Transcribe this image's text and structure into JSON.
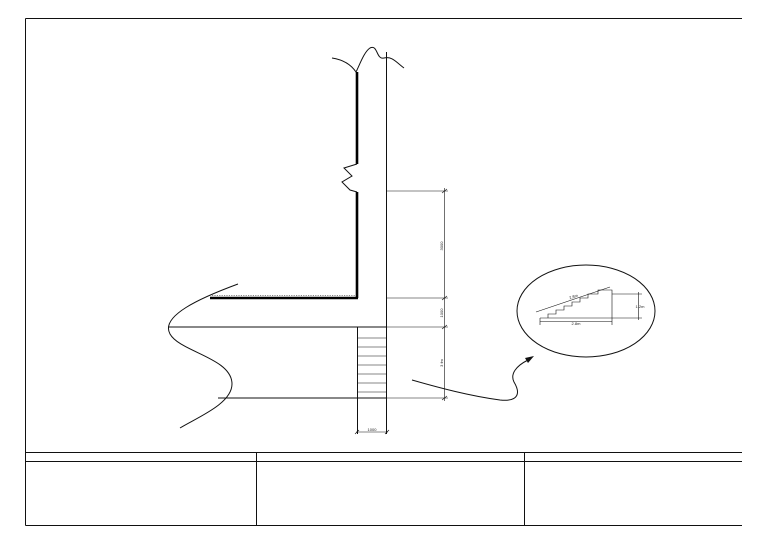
{
  "drawing": {
    "dimensions": {
      "upper_height": "3000",
      "wall_depth": "1000",
      "lower_depth": "3 fm",
      "bottom_width": "1000"
    },
    "detail": {
      "sloped_length": "2.8m",
      "base_length": "2.8m",
      "rise": "1.2m"
    },
    "title_block": {
      "cell_1": "",
      "cell_2": "",
      "cell_3": ""
    }
  }
}
